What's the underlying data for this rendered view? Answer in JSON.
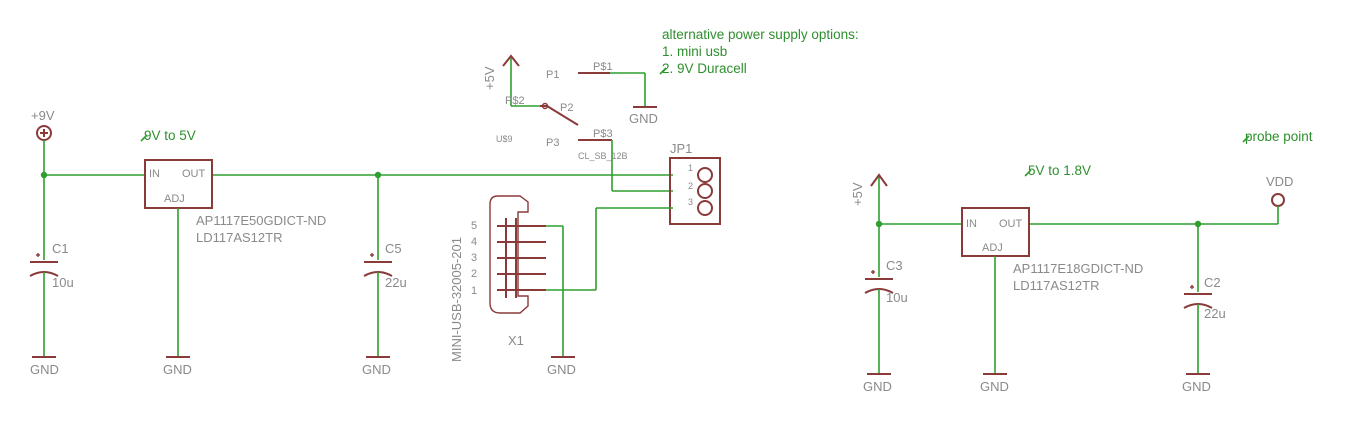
{
  "notes": {
    "power_options_title": "alternative power supply options:",
    "option_1": "1. mini usb",
    "option_2": "2. 9V Duracell",
    "probe_point": "probe point",
    "reg1_title": "9V to 5V",
    "reg2_title": "5V to 1.8V"
  },
  "supplies": {
    "plus9v": "+9V",
    "plus5v": "+5V",
    "vdd": "VDD",
    "gnd": "GND"
  },
  "regulator1": {
    "in": "IN",
    "out": "OUT",
    "adj": "ADJ",
    "part": "AP1117E50GDICT-ND",
    "alt_part": "LD117AS12TR"
  },
  "regulator2": {
    "in": "IN",
    "out": "OUT",
    "adj": "ADJ",
    "part": "AP1117E18GDICT-ND",
    "alt_part": "LD117AS12TR"
  },
  "capacitors": {
    "c1": {
      "name": "C1",
      "value": "10u"
    },
    "c5": {
      "name": "C5",
      "value": "22u"
    },
    "c3": {
      "name": "C3",
      "value": "10u"
    },
    "c2": {
      "name": "C2",
      "value": "22u"
    }
  },
  "switch": {
    "name": "U$9",
    "p1": "P1",
    "p2": "P2",
    "p3": "P3",
    "pin1": "P$1",
    "pin2": "P$2",
    "pin3": "P$3",
    "part": "CL_SB_12B"
  },
  "header": {
    "name": "JP1",
    "pins": [
      "1",
      "2",
      "3"
    ]
  },
  "usb": {
    "name": "X1",
    "part": "MINI-USB-32005-201",
    "pins": [
      "5",
      "4",
      "3",
      "2",
      "1"
    ]
  },
  "colors": {
    "wire": "#2e9f2e",
    "part": "#8b3a3a",
    "label": "#8a8a8a",
    "note": "#2e8f2e"
  }
}
